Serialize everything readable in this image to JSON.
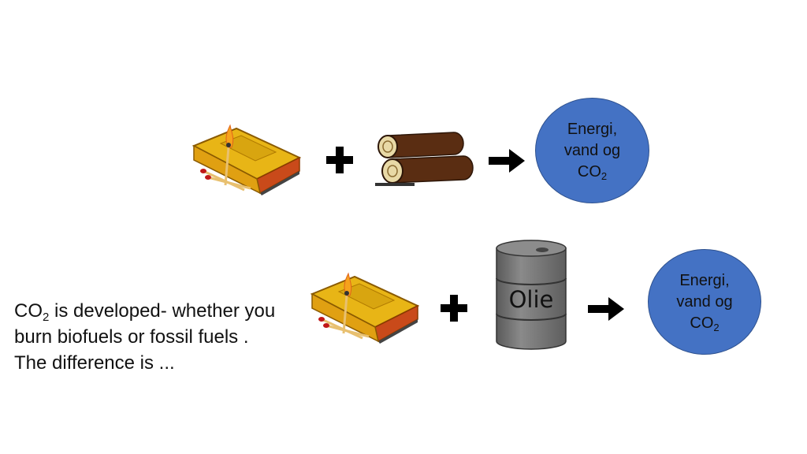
{
  "row1": {
    "match_icon": "matchbox-icon",
    "plus_icon": "plus-icon",
    "fuel_icon": "firewood-logs-icon",
    "arrow_icon": "right-arrow-icon",
    "result": {
      "line1": "Energi,",
      "line2": "vand og",
      "co": "CO",
      "sub": "2"
    }
  },
  "row2": {
    "match_icon": "matchbox-icon",
    "plus_icon": "plus-icon",
    "fuel_icon": "oil-barrel-icon",
    "barrel_label": "Olie",
    "arrow_icon": "right-arrow-icon",
    "result": {
      "line1": "Energi,",
      "line2": "vand og",
      "co": "CO",
      "sub": "2"
    }
  },
  "caption": {
    "co": "CO",
    "sub": "2",
    "rest": " is developed- whether you burn biofuels or fossil fuels . The difference is ..."
  },
  "colors": {
    "circle": "#4472c4",
    "matchbox": "#e8b516",
    "wood": "#5a2d12",
    "barrel": "#777777"
  }
}
